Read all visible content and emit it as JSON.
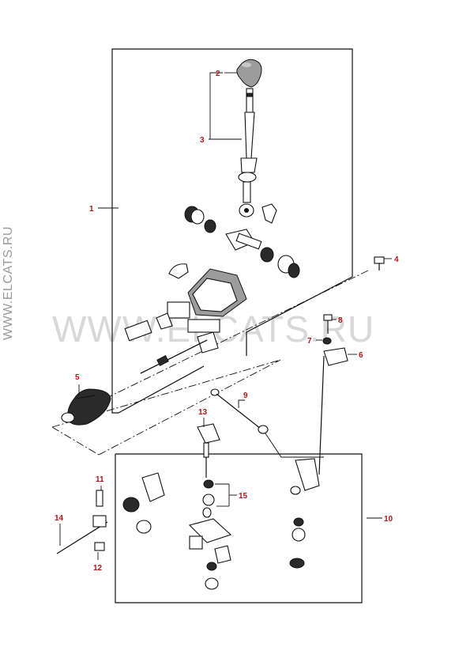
{
  "watermark": {
    "center_text": "WWW.ELCATS.RU",
    "side_text": "WWW.ELCATS.RU",
    "color": "#d8d8d8"
  },
  "callout_color": "#b01818",
  "callouts": {
    "c1": "1",
    "c2": "2",
    "c3": "3",
    "c4": "4",
    "c5": "5",
    "c6": "6",
    "c7": "7",
    "c8": "8",
    "c9": "9",
    "c10": "10",
    "c11": "11",
    "c12": "12",
    "c13": "13",
    "c14": "14",
    "c15": "15"
  }
}
